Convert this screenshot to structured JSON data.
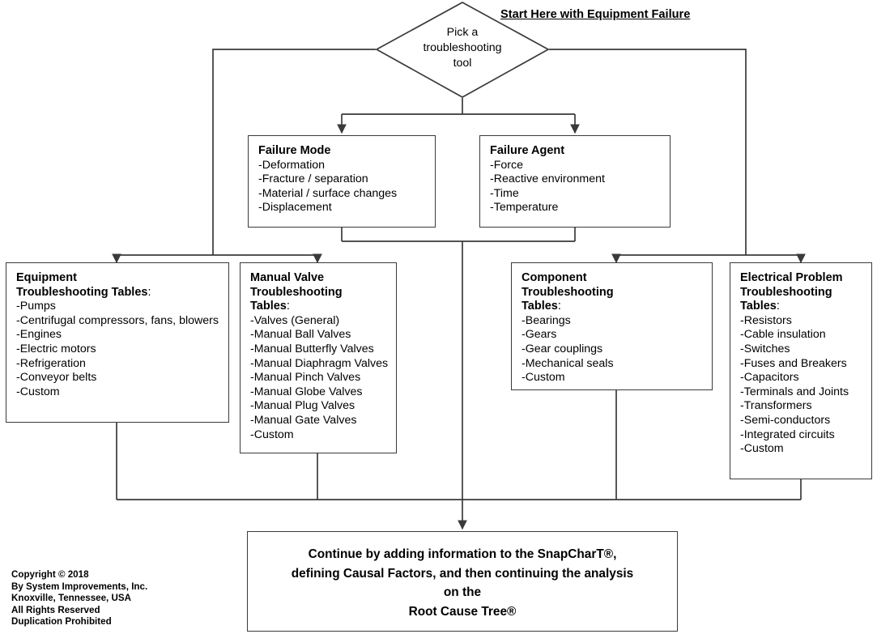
{
  "diagram": {
    "title_label": "Start Here with Equipment Failure",
    "decision": {
      "line1": "Pick a",
      "line2": "troubleshooting",
      "line3": "tool"
    },
    "tier2": [
      {
        "id": "failure-mode",
        "heading": "Failure Mode",
        "items": [
          "-Deformation",
          "-Fracture / separation",
          "-Material / surface changes",
          "-Displacement"
        ]
      },
      {
        "id": "failure-agent",
        "heading": "Failure Agent",
        "items": [
          "-Force",
          "-Reactive environment",
          "-Time",
          "-Temperature"
        ]
      }
    ],
    "tier3": [
      {
        "id": "equipment-tables",
        "heading_lines": [
          "Equipment",
          "Troubleshooting Tables"
        ],
        "heading_suffix": ":",
        "items": [
          "-Pumps",
          "-Centrifugal compressors, fans, blowers",
          "-Engines",
          "-Electric motors",
          "-Refrigeration",
          "-Conveyor belts",
          "-Custom"
        ]
      },
      {
        "id": "manual-valve-tables",
        "heading_lines": [
          "Manual Valve",
          "Troubleshooting",
          "Tables"
        ],
        "heading_suffix": ":",
        "items": [
          "-Valves (General)",
          "-Manual Ball Valves",
          "-Manual Butterfly Valves",
          "-Manual Diaphragm Valves",
          "-Manual Pinch Valves",
          "-Manual Globe Valves",
          "-Manual Plug Valves",
          "-Manual Gate Valves",
          "-Custom"
        ]
      },
      {
        "id": "component-tables",
        "heading_lines": [
          "Component",
          "Troubleshooting",
          "Tables"
        ],
        "heading_suffix": ":",
        "items": [
          "-Bearings",
          "-Gears",
          "-Gear couplings",
          "-Mechanical seals",
          "-Custom"
        ]
      },
      {
        "id": "electrical-problem-tables",
        "heading_lines": [
          "Electrical Problem",
          "Troubleshooting",
          "Tables"
        ],
        "heading_suffix": ":",
        "items": [
          "-Resistors",
          "-Cable insulation",
          "-Switches",
          "-Fuses and Breakers",
          "-Capacitors",
          "-Terminals and Joints",
          "-Transformers",
          "-Semi-conductors",
          "-Integrated circuits",
          "-Custom"
        ]
      }
    ],
    "final": {
      "line1": "Continue by adding information to the SnapCharT®,",
      "line2": "defining Causal Factors, and then continuing the analysis",
      "line3": "on the",
      "line4": "Root Cause Tree®"
    },
    "copyright": [
      "Copyright © 2018",
      "By System Improvements, Inc.",
      "Knoxville, Tennessee, USA",
      "All Rights Reserved",
      "Duplication Prohibited"
    ],
    "colors": {
      "line": "#3a3a3a",
      "text": "#000000",
      "background": "#ffffff"
    }
  }
}
